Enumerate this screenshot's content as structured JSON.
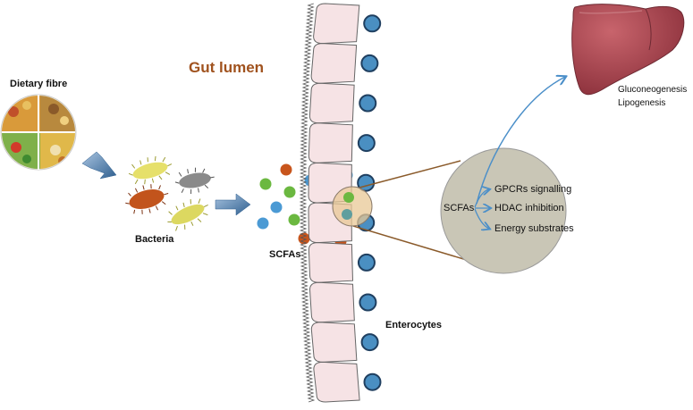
{
  "diagram": {
    "labels": {
      "dietary_fibre": "Dietary fibre",
      "gut_lumen": "Gut lumen",
      "bacteria": "Bacteria",
      "scfas_lumen": "SCFAs",
      "enterocytes": "Enterocytes",
      "scfas_zoom": "SCFAs",
      "liver_effects": [
        "Gluconeogenesis",
        "Lipogenesis"
      ]
    },
    "zoom_effects": [
      "GPCRs signalling",
      "HDAC inhibition",
      "Energy substrates"
    ],
    "colors": {
      "gut_lumen_text": "#a0521e",
      "scfa_orange": "#c8551c",
      "scfa_green": "#6bb840",
      "scfa_blue": "#4b9ad4",
      "cell_fill": "#f6e3e5",
      "cell_border": "#666666",
      "nucleus": "#4a8fc2",
      "zoom_circle": "#c9c6b6",
      "liver": "#a8454f",
      "arrow_blue": "#2f5f8f",
      "connector": "#8a5a2a"
    }
  }
}
